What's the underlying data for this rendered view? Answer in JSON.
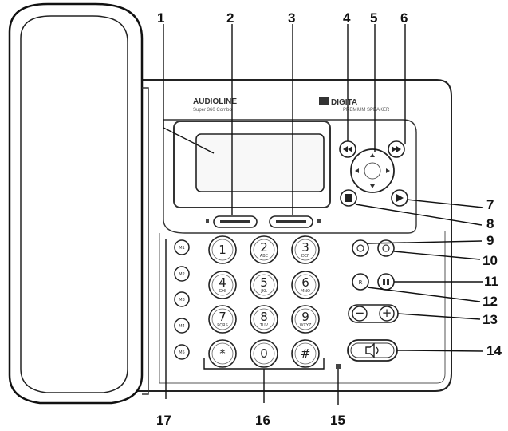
{
  "brand": {
    "name": "AUDIOLINE",
    "model": "Super 360 Combo",
    "mark": "DIGITA",
    "mark_sub": "PREMIUM SPEAKER"
  },
  "callouts": [
    "1",
    "2",
    "3",
    "4",
    "5",
    "6",
    "7",
    "8",
    "9",
    "10",
    "11",
    "12",
    "13",
    "14",
    "15",
    "16",
    "17"
  ],
  "keypad": {
    "rows": [
      [
        {
          "n": "1",
          "l": ""
        },
        {
          "n": "2",
          "l": "ABC"
        },
        {
          "n": "3",
          "l": "DEF"
        }
      ],
      [
        {
          "n": "4",
          "l": "GHI"
        },
        {
          "n": "5",
          "l": "JKL"
        },
        {
          "n": "6",
          "l": "MNO"
        }
      ],
      [
        {
          "n": "7",
          "l": "PQRS"
        },
        {
          "n": "8",
          "l": "TUV"
        },
        {
          "n": "9",
          "l": "WXYZ"
        }
      ],
      [
        {
          "n": "*",
          "l": ""
        },
        {
          "n": "0",
          "l": ""
        },
        {
          "n": "#",
          "l": ""
        }
      ]
    ]
  },
  "memory_keys": [
    "M1",
    "M2",
    "M3",
    "M4",
    "M5"
  ],
  "volume": {
    "minus": "−",
    "plus": "+"
  }
}
